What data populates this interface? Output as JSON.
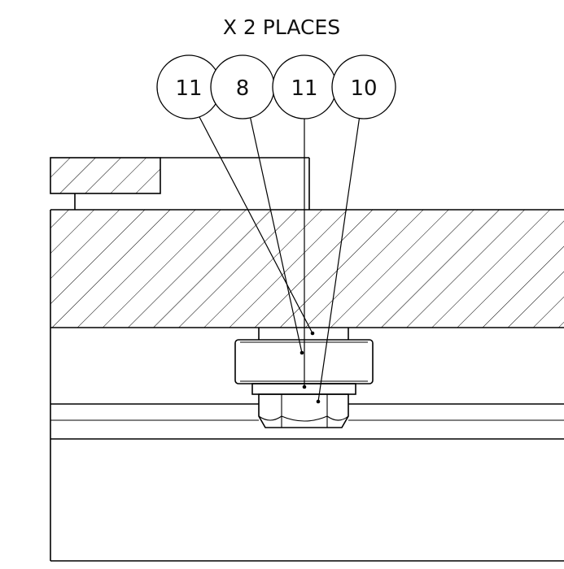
{
  "drawing": {
    "note": "X 2 PLACES",
    "balloons": [
      {
        "label": "11"
      },
      {
        "label": "8"
      },
      {
        "label": "11"
      },
      {
        "label": "10"
      }
    ],
    "line_color": "#000000",
    "background": "#ffffff"
  }
}
